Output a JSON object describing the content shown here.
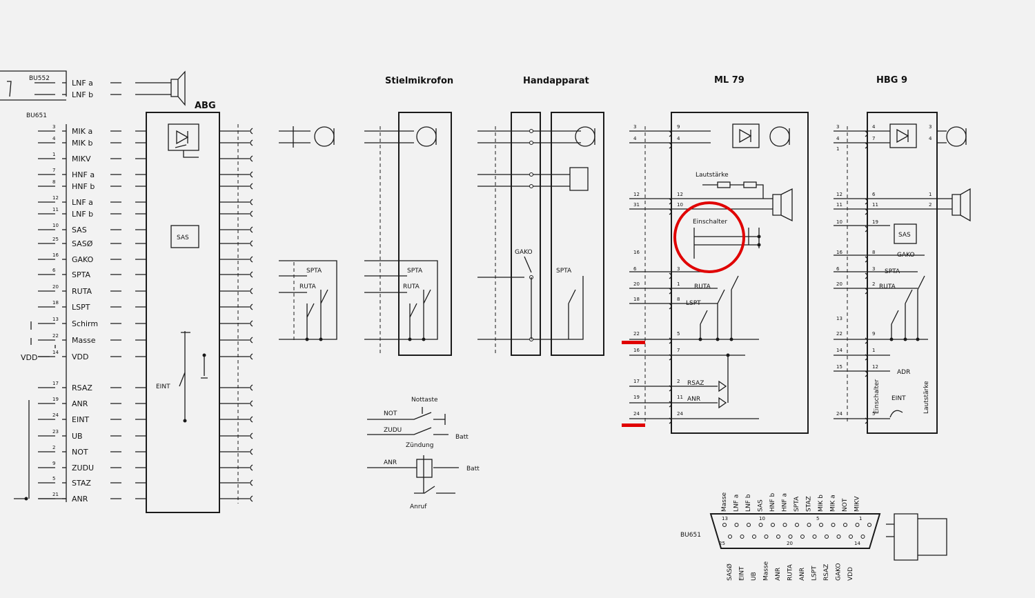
{
  "headers": {
    "abg": "ABG",
    "stielmikrofon": "Stielmikrofon",
    "handapparat": "Handapparat",
    "ml79": "ML 79",
    "hbg9": "HBG 9"
  },
  "connectors": {
    "bu552": "BU552",
    "bu651": "BU651",
    "bu651_bottom": "BU651"
  },
  "abg_signals": [
    {
      "pin": "",
      "label": "LNF a"
    },
    {
      "pin": "",
      "label": "LNF b"
    },
    {
      "pin": "3",
      "label": "MIK a"
    },
    {
      "pin": "4",
      "label": "MIK b"
    },
    {
      "pin": "1",
      "label": "MIKV"
    },
    {
      "pin": "7",
      "label": "HNF a"
    },
    {
      "pin": "8",
      "label": "HNF b"
    },
    {
      "pin": "12",
      "label": "LNF a"
    },
    {
      "pin": "11",
      "label": "LNF b"
    },
    {
      "pin": "10",
      "label": "SAS"
    },
    {
      "pin": "25",
      "label": "SASØ"
    },
    {
      "pin": "16",
      "label": "GAKO"
    },
    {
      "pin": "6",
      "label": "SPTA"
    },
    {
      "pin": "20",
      "label": "RUTA"
    },
    {
      "pin": "18",
      "label": "LSPT"
    },
    {
      "pin": "13",
      "label": "Schirm"
    },
    {
      "pin": "22",
      "label": "Masse"
    },
    {
      "pin": "14",
      "label": "VDD"
    },
    {
      "pin": "17",
      "label": "RSAZ"
    },
    {
      "pin": "19",
      "label": "ANR"
    },
    {
      "pin": "24",
      "label": "EINT"
    },
    {
      "pin": "23",
      "label": "UB"
    },
    {
      "pin": "2",
      "label": "NOT"
    },
    {
      "pin": "9",
      "label": "ZUDU"
    },
    {
      "pin": "5",
      "label": "STAZ"
    },
    {
      "pin": "21",
      "label": "ANR"
    }
  ],
  "vdd_left": "VDD",
  "abg_blocks": {
    "sas": "SAS",
    "eint": "EINT"
  },
  "switch_labels": {
    "spta": "SPTA",
    "ruta": "RUTA",
    "gako": "GAKO",
    "lspt": "LSPT",
    "rsaz": "RSAZ",
    "anr": "ANR",
    "sas": "SAS"
  },
  "ml79": {
    "lautstaerke": "Lautstärke",
    "einschalter": "Einschalter",
    "left_pins": [
      "3",
      "4",
      "12",
      "31",
      "16",
      "6",
      "20",
      "18",
      "22",
      "16",
      "17",
      "19",
      "24"
    ],
    "inner_pins": [
      "9",
      "4",
      "12",
      "10",
      "3",
      "1",
      "8",
      "5",
      "7",
      "2",
      "11",
      "24"
    ]
  },
  "hbg9": {
    "left_pins": [
      "3",
      "4",
      "1",
      "12",
      "11",
      "10",
      "16",
      "6",
      "20",
      "13",
      "22",
      "14",
      "15",
      "24"
    ],
    "inner_pins": [
      "4",
      "7",
      "6",
      "11",
      "19",
      "8",
      "3",
      "2",
      "9",
      "1",
      "12",
      "5"
    ],
    "out_pins": [
      "3",
      "4",
      "1",
      "2"
    ],
    "adr": "ADR",
    "einschalter": "Einschalter",
    "lautstaerke": "Lautstärke",
    "eint": "EINT"
  },
  "bottom": {
    "nottaste": "Nottaste",
    "not": "NOT",
    "zudu": "ZUDU",
    "zuendung": "Zündung",
    "anr": "ANR",
    "batt1": "Batt",
    "batt2": "Batt",
    "anruf": "Anruf"
  },
  "dsub": {
    "top_labels": [
      "Masse",
      "LNF a",
      "LNF b",
      "SAS",
      "HNF b",
      "HNF a",
      "SPTA",
      "STAZ",
      "MIK b",
      "MIK a",
      "NOT",
      "MIKV"
    ],
    "bottom_labels": [
      "SASØ",
      "EINT",
      "UB",
      "Masse",
      "ANR",
      "RUTA",
      "ANR",
      "LSPT",
      "RSAZ",
      "GAKO",
      "VDD"
    ],
    "pin_numbers": [
      "13",
      "10",
      "5",
      "1",
      "25",
      "20",
      "14"
    ]
  },
  "highlight_color": "#e00000"
}
